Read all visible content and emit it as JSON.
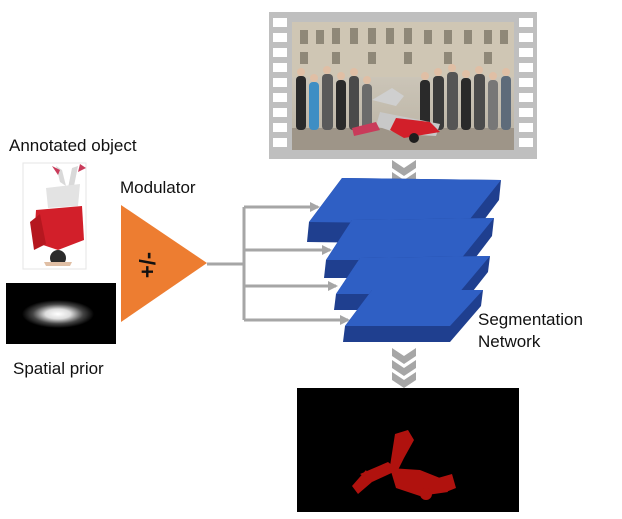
{
  "labels": {
    "annotated_object": "Annotated object",
    "modulator": "Modulator",
    "modulator_symbol": "+/-",
    "spatial_prior": "Spatial prior",
    "segmentation_network_line1": "Segmentation",
    "segmentation_network_line2": "Network"
  },
  "colors": {
    "modulator_fill": "#ED7D31",
    "network_layer_fill": "#2F5FC4",
    "network_layer_stroke": "#1F3F8F",
    "arrow_gray": "#A6A6A6",
    "chevron_gray": "#A6A6A6",
    "mask_background": "#000000",
    "mask_foreground": "#B0120E",
    "film_frame": "#BFBFBF"
  },
  "images": {
    "input_frame": "photo: breakdancer on street with crowd (video frame in film strip)",
    "annotated_object": "photo: cropped dancer in red hoodie doing headstand",
    "spatial_prior": "gaussian blob on black",
    "output_mask": "red segmentation mask of dancer on black"
  }
}
